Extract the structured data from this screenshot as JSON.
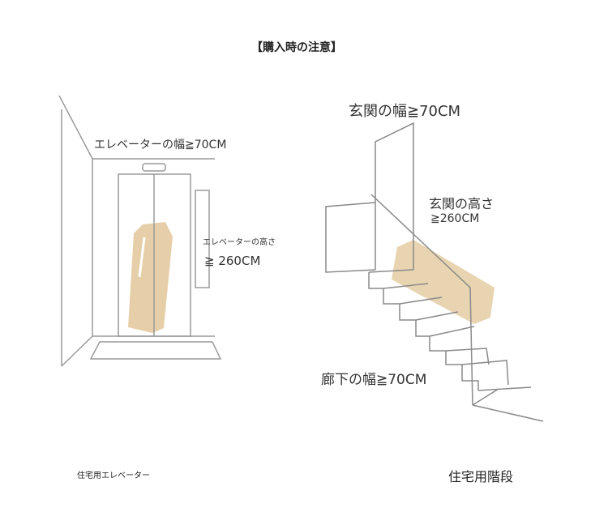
{
  "title": "【購入時の注意】",
  "elevator": {
    "width_label": "エレベーターの幅≧70CM",
    "height_label": "エレベーターの高さ",
    "height_value": "≧ 260CM",
    "caption": "住宅用エレベーター"
  },
  "stairs": {
    "entrance_width": "玄関の幅≧70CM",
    "entrance_height_label": "玄関の高さ",
    "entrance_height_value": "≧260CM",
    "hallway_width": "廊下の幅≧70CM",
    "caption": "住宅用階段"
  },
  "colors": {
    "box": "#e6cfa8",
    "line": "#8a8a8a",
    "text": "#333333"
  }
}
